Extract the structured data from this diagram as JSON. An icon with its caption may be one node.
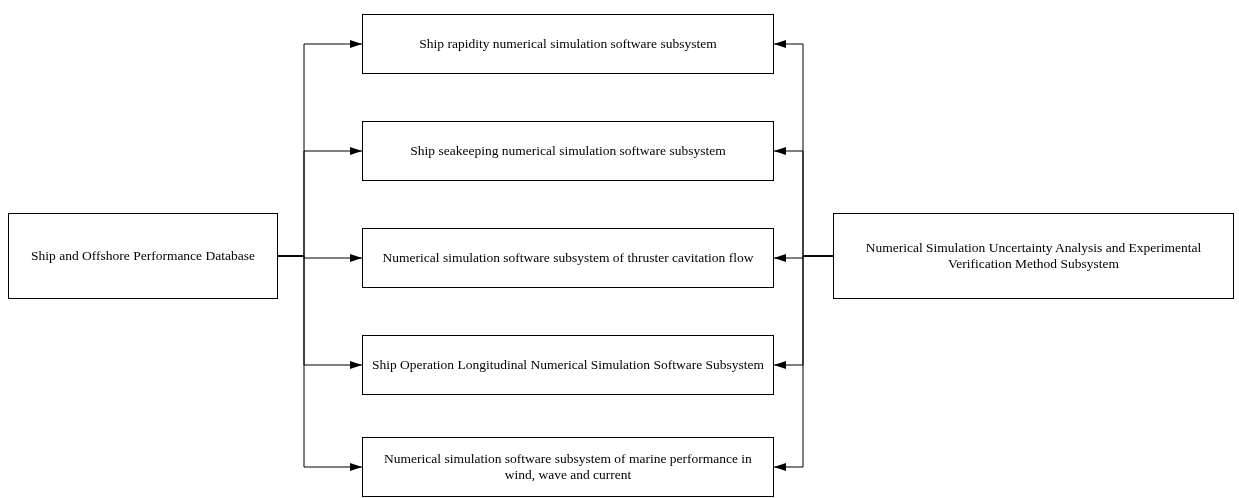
{
  "diagram": {
    "nodes": [
      {
        "text": [
          "Ship and Offshore Performance Database"
        ]
      },
      {
        "text": [
          "Ship rapidity numerical simulation software subsystem"
        ]
      },
      {
        "text": [
          "Ship seakeeping numerical simulation software subsystem"
        ]
      },
      {
        "text": [
          "Numerical simulation software subsystem of thruster cavitation flow"
        ]
      },
      {
        "text": [
          "Ship Operation Longitudinal Numerical Simulation Software Subsystem"
        ]
      },
      {
        "text": [
          "Numerical simulation software subsystem of marine performance in wind, wave and current"
        ]
      },
      {
        "text": [
          "Numerical Simulation Uncertainty Analysis and Experimental Verification Method Subsystem"
        ]
      }
    ],
    "edges": [
      {
        "from": 0,
        "to": 1,
        "arrow": "to"
      },
      {
        "from": 0,
        "to": 2,
        "arrow": "to"
      },
      {
        "from": 0,
        "to": 3,
        "arrow": "to"
      },
      {
        "from": 0,
        "to": 4,
        "arrow": "to"
      },
      {
        "from": 0,
        "to": 5,
        "arrow": "to"
      },
      {
        "from": 6,
        "to": 1,
        "arrow": "to"
      },
      {
        "from": 6,
        "to": 2,
        "arrow": "to"
      },
      {
        "from": 6,
        "to": 3,
        "arrow": "to"
      },
      {
        "from": 6,
        "to": 4,
        "arrow": "to"
      },
      {
        "from": 6,
        "to": 5,
        "arrow": "to"
      }
    ]
  }
}
